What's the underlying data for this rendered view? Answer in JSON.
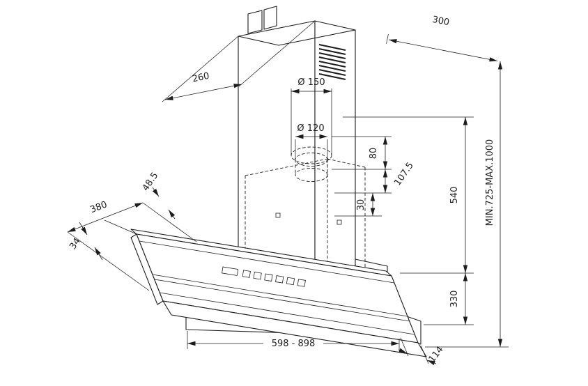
{
  "drawing": {
    "kind": "cooker-hood installation dimension drawing",
    "colors": {
      "ink": "#1d1d1d",
      "background": "#ffffff"
    }
  },
  "dims": {
    "d300": "300",
    "d260": "260",
    "d150": "Ø 150",
    "d120": "Ø 120",
    "d80": "80",
    "d1075": "107.5",
    "d540": "540",
    "dminmax": "MIN.725-MAX.1000",
    "d30": "30",
    "d485": "48.5",
    "d380": "380",
    "d34": "34",
    "d330": "330",
    "dwidth": "598  -  898",
    "d114": "114"
  }
}
